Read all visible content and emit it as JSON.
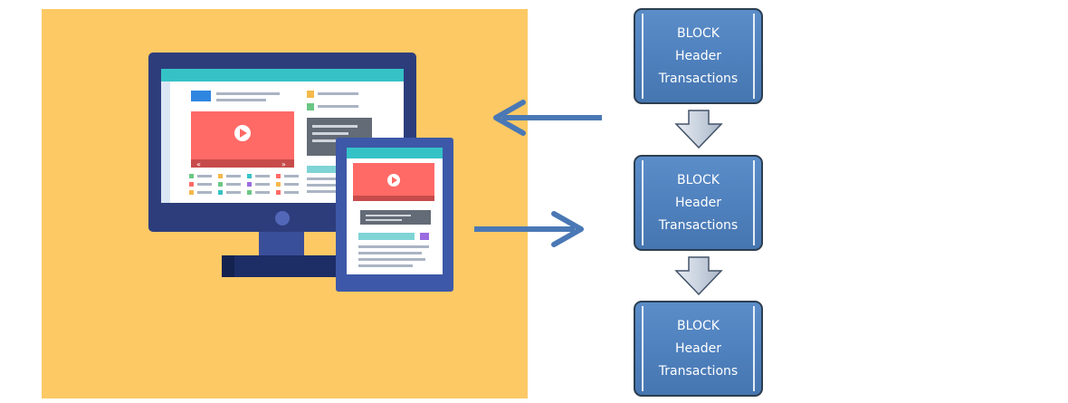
{
  "blocks": [
    {
      "line1": "BLOCK",
      "line2": "Header",
      "line3": "Transactions"
    },
    {
      "line1": "BLOCK",
      "line2": "Header",
      "line3": "Transactions"
    },
    {
      "line1": "BLOCK",
      "line2": "Header",
      "line3": "Transactions"
    }
  ],
  "colors": {
    "illustration_bg": "#fdc965",
    "block_fill": "#4f81bd",
    "arrow": "#4a78b5",
    "monitor": "#2d3d7c"
  },
  "icons": [
    "desktop-monitor-icon",
    "tablet-icon",
    "play-icon"
  ]
}
